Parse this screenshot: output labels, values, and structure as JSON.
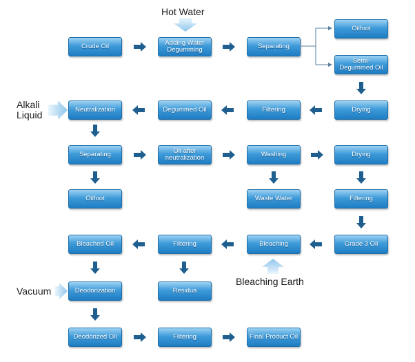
{
  "labels": {
    "hot_water": "Hot Water",
    "alkali_liquid": "Alkali\nLiquid",
    "bleaching_earth": "Bleaching Earth",
    "vacuum": "Vacuum"
  },
  "boxes": {
    "crude_oil": "Crude Oil",
    "adding_water": "Adding Water Degumming",
    "separating_1": "Separating",
    "oilfoot_1": "Oilfoot",
    "semi_degummed": "Semi-Degummed Oil",
    "neutralization": "Neutralization",
    "degummed_oil": "Degummed Oil",
    "filtering_1": "Filtering",
    "drying_1": "Drying",
    "separating_2": "Separating",
    "oil_after": "Oil after neutralization",
    "washing": "Washing",
    "drying_2": "Drying",
    "oilfoot_2": "Oilfoot",
    "waste_water": "Waste Water",
    "filtering_2": "Filtering",
    "bleached_oil": "Bleached Oil",
    "filtering_3": "Filtering",
    "bleaching": "Bleaching",
    "grade3": "Grade 3 Oil",
    "deodorization": "Deodorization",
    "residua": "Residua",
    "deodorized_oil": "Deodorized Oil",
    "filtering_4": "Filtering",
    "final_product": "Final Product Oil"
  },
  "colors": {
    "box_top": "#9dd2f3",
    "box_bottom": "#1e7cc2",
    "arrow": "#1f5f8f",
    "input_arrow": "#a9d3f0"
  }
}
